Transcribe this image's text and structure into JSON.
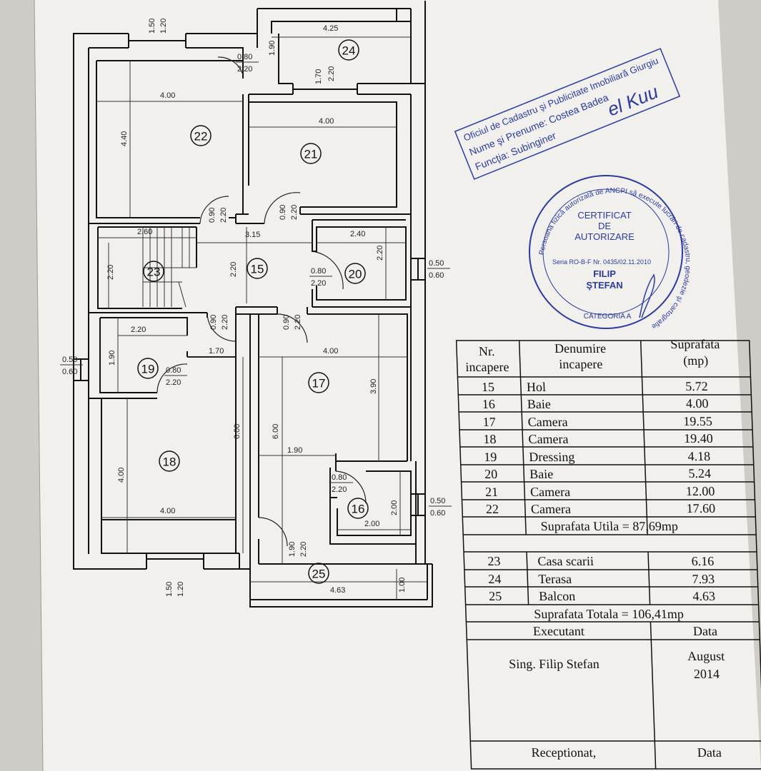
{
  "rooms": [
    {
      "nr": "15"
    },
    {
      "nr": "16"
    },
    {
      "nr": "17"
    },
    {
      "nr": "18"
    },
    {
      "nr": "19"
    },
    {
      "nr": "20"
    },
    {
      "nr": "21"
    },
    {
      "nr": "22"
    },
    {
      "nr": "23"
    },
    {
      "nr": "24"
    },
    {
      "nr": "25"
    }
  ],
  "dimensions": {
    "d_4_25": "4.25",
    "d_1_90_r24": "1.90",
    "d_1_70_r24": "1.70",
    "d_2_20_r24": "2.20",
    "d_0_80_a": "0.80",
    "d_2_20_a": "2.20",
    "d_1_50_top": "1.50",
    "d_1_20_top": "1.20",
    "d_4_00_r22": "4.00",
    "d_4_40_r22": "4.40",
    "d_4_00_r21": "4.00",
    "d_0_90_b": "0.90",
    "d_2_20_b": "2.20",
    "d_0_90_c": "0.90",
    "d_2_20_c": "2.20",
    "d_2_60": "2.60",
    "d_3_15": "3.15",
    "d_2_40": "2.40",
    "d_2_20_r23": "2.20",
    "d_2_20_r15": "2.20",
    "d_2_20_r20": "2.20",
    "d_0_80_d": "0.80",
    "d_2_20_d": "2.20",
    "d_0_50_r": "0.50",
    "d_0_60_r": "0.60",
    "d_0_90_e": "0.90",
    "d_2_20_e": "2.20",
    "d_0_90_f": "0.90",
    "d_2_20_f": "2.20",
    "d_2_20_r19": "2.20",
    "d_1_90_r19": "1.90",
    "d_1_70": "1.70",
    "d_0_80_g": "0.80",
    "d_2_20_g": "2.20",
    "d_0_50_l": "0.50",
    "d_0_60_l": "0.60",
    "d_4_00_r17": "4.00",
    "d_3_90": "3.90",
    "d_6_00_a": "6.00",
    "d_6_00_b": "6.00",
    "d_4_00_r18v": "4.00",
    "d_4_00_r18h": "4.00",
    "d_1_90_b": "1.90",
    "d_0_80_h": "0.80",
    "d_2_20_h": "2.20",
    "d_2_00_a": "2.00",
    "d_2_00_b": "2.00",
    "d_0_50_r2": "0.50",
    "d_0_60_r2": "0.60",
    "d_1_90_c": "1.90",
    "d_2_20_i": "2.20",
    "d_1_50_bot": "1.50",
    "d_1_20_bot": "1.20",
    "d_4_63": "4.63",
    "d_1_00": "1.00"
  },
  "stamp_rect": {
    "line1": "Oficiul de Cadastru şi Publicitate Imobiliară Giurgiu",
    "line2": "Nume şi Prenume: Costea Badea",
    "line3": "Funcţia: Subinginer",
    "signature": "el Kuu"
  },
  "stamp_round": {
    "outer_text": "Persoana fizică autorizată de ANCPI să execute lucrări de cadastru, geodezie şi cartografie",
    "cert1": "CERTIFICAT",
    "cert2": "DE",
    "cert3": "AUTORIZARE",
    "serial": "Seria RO-B-F Nr. 0435/02.11.2010",
    "name1": "FILIP",
    "name2": "ŞTEFAN",
    "category": "CATEGORIA A"
  },
  "table": {
    "header_nr_1": "Nr.",
    "header_nr_2": "incapere",
    "header_den_1": "Denumire",
    "header_den_2": "incapere",
    "header_sup_1": "Suprafata",
    "header_sup_2": "(mp)",
    "rows": [
      {
        "nr": "15",
        "name": "Hol",
        "area": "5.72"
      },
      {
        "nr": "16",
        "name": "Baie",
        "area": "4.00"
      },
      {
        "nr": "17",
        "name": "Camera",
        "area": "19.55"
      },
      {
        "nr": "18",
        "name": "Camera",
        "area": "19.40"
      },
      {
        "nr": "19",
        "name": "Dressing",
        "area": "4.18"
      },
      {
        "nr": "20",
        "name": "Baie",
        "area": "5.24"
      },
      {
        "nr": "21",
        "name": "Camera",
        "area": "12.00"
      },
      {
        "nr": "22",
        "name": "Camera",
        "area": "17.60"
      }
    ],
    "useful_total": "Suprafata Utila = 87,69mp",
    "rows2": [
      {
        "nr": "23",
        "name": "Casa scarii",
        "area": "6.16"
      },
      {
        "nr": "24",
        "name": "Terasa",
        "area": "7.93"
      },
      {
        "nr": "25",
        "name": "Balcon",
        "area": "4.63"
      }
    ],
    "grand_total": "Suprafata Totala = 106,41mp",
    "executant_label": "Executant",
    "data_label": "Data",
    "executant_name": "Sing. Filip  Stefan",
    "date_1": "August",
    "date_2": "2014",
    "receptionat_label": "Receptionat,",
    "data_label_2": "Data"
  }
}
